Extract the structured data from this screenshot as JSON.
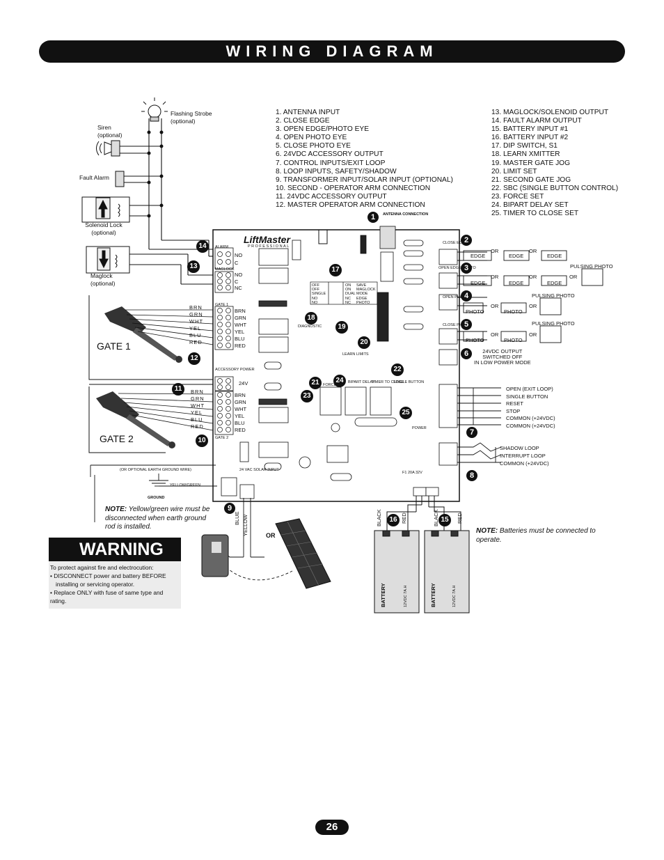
{
  "header": {
    "title": "WIRING DIAGRAM"
  },
  "legend_left": [
    "1. ANTENNA INPUT",
    "2. CLOSE EDGE",
    "3. OPEN EDGE/PHOTO EYE",
    "4. OPEN PHOTO EYE",
    "5. CLOSE PHOTO EYE",
    "6. 24VDC ACCESSORY OUTPUT",
    "7. CONTROL INPUTS/EXIT LOOP",
    "8. LOOP INPUTS, SAFETY/SHADOW",
    "9. TRANSFORMER INPUT/SOLAR INPUT (OPTIONAL)",
    "10. SECOND - OPERATOR ARM CONNECTION",
    "11. 24VDC ACCESSORY OUTPUT",
    "12. MASTER OPERATOR ARM CONNECTION"
  ],
  "legend_right": [
    "13. MAGLOCK/SOLENOID OUTPUT",
    "14. FAULT ALARM OUTPUT",
    "15. BATTERY INPUT #1",
    "16. BATTERY INPUT #2",
    "17. DIP SWITCH, S1",
    "18. LEARN XMITTER",
    "19. MASTER GATE JOG",
    "20. LIMIT SET",
    "21. SECOND GATE JOG",
    "22. SBC (SINGLE BUTTON CONTROL)",
    "23. FORCE SET",
    "24. BIPART DELAY SET",
    "25. TIMER TO CLOSE SET"
  ],
  "accessories": {
    "strobe": "Flashing Strobe",
    "strobe_opt": "(optional)",
    "siren": "Siren",
    "siren_opt": "(optional)",
    "fault_alarm": "Fault Alarm",
    "solenoid": "Solenoid Lock",
    "solenoid_opt": "(optional)",
    "maglock": "Maglock",
    "maglock_opt": "(optional)"
  },
  "gates": {
    "gate1": "GATE 1",
    "gate2": "GATE 2"
  },
  "wire_colors": [
    "BRN",
    "GRN",
    "WHT",
    "YEL",
    "BLU",
    "RED"
  ],
  "board": {
    "brand": "LiftMaster",
    "brand_sub": "PROFESSIONAL",
    "antenna": "ANTENNA CONNECTION",
    "alarm": "ALARM",
    "maglock": "MAGLOCK",
    "no": "NO",
    "c": "C",
    "nc": "NC",
    "gate1": "GATE 1",
    "gate2": "GATE 2",
    "accessory_power": "ACCESSORY POWER",
    "v24": "24V",
    "vac_solar": "24 VAC SOLAR INPUT",
    "diagnostic": "DIAGNOSTIC",
    "learn_limits": "LEARN LIMITS",
    "force": "FORCE",
    "bipart": "BIPART DELAY",
    "timer": "TIMER TO CLOSE",
    "single_button": "SINGLE BUTTON",
    "power": "POWER",
    "fuse": "F1 20A 32V"
  },
  "dip": {
    "rows": [
      [
        "OFF",
        "ON",
        "SAVE"
      ],
      [
        "OFF",
        "ON",
        "MAGLOCK"
      ],
      [
        "SINGLE",
        "DUAL",
        "MODE"
      ],
      [
        "NO",
        "NC",
        "EDGE"
      ],
      [
        "NO",
        "NC",
        "PHOTO"
      ]
    ]
  },
  "safety": {
    "close_edge": "CLOSE EDGE",
    "open_edge_photo": "OPEN EDGE PHOTO",
    "open_photo": "OPEN PHOTO",
    "close_photo": "CLOSE PHOTO",
    "edge": "EDGE",
    "photo": "PHOTO",
    "or": "OR",
    "pulsing_photo": "PULSING PHOTO",
    "acc_out_1": "24VDC OUTPUT",
    "acc_out_2": "SWITCHED OFF",
    "acc_out_3": "IN LOW POWER MODE"
  },
  "controls": [
    "OPEN (EXIT LOOP)",
    "SINGLE BUTTON",
    "RESET",
    "STOP",
    "COMMON (+24VDC)",
    "COMMON (+24VDC)"
  ],
  "loops": [
    "SHADOW LOOP",
    "INTERRUPT LOOP",
    "COMMON (+24VDC)"
  ],
  "ground": {
    "earth": "(OR OPTIONAL EARTH GROUND WIRE)",
    "yellow_green": "YELLOW/GREEN",
    "ground": "GROUND"
  },
  "power_wires": {
    "blue": "BLUE",
    "yellow": "YELLOW",
    "or": "OR"
  },
  "battery": {
    "black": "BLACK",
    "red": "RED",
    "label": "BATTERY",
    "spec": "12VDC 7A.H"
  },
  "notes": {
    "note_label": "NOTE:",
    "ground_note": "Yellow/green wire must be disconnected when earth ground rod is installed.",
    "battery_note": "Batteries must be connected to operate."
  },
  "warning": {
    "title": "WARNING",
    "intro": "To protect against fire and electrocution:",
    "b1": "• DISCONNECT power and battery BEFORE",
    "b1b": "installing or servicing operator.",
    "b2": "• Replace ONLY with fuse of same type and rating."
  },
  "badges": [
    "1",
    "2",
    "3",
    "4",
    "5",
    "6",
    "7",
    "8",
    "9",
    "10",
    "11",
    "12",
    "13",
    "14",
    "15",
    "16",
    "17",
    "18",
    "19",
    "20",
    "21",
    "22",
    "23",
    "24",
    "25"
  ],
  "page_number": "26"
}
